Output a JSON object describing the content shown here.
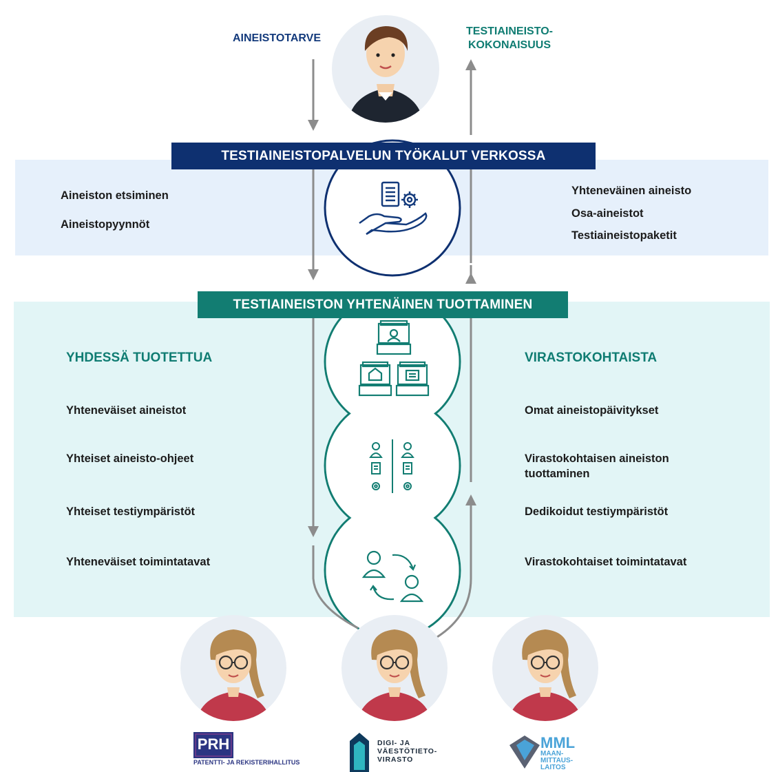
{
  "top": {
    "left_heading": "AINEISTOTARVE",
    "right_heading_line1": "TESTIAINEISTO-",
    "right_heading_line2": "KOKONAISUUS"
  },
  "banner_online": {
    "label": "TESTIAINEISTOPALVELUN TYÖKALUT VERKOSSA"
  },
  "online_left_items": [
    "Aineiston etsiminen",
    "Aineistopyynnöt"
  ],
  "online_right_items": [
    "Yhteneväinen aineisto",
    "Osa-aineistot",
    "Testiaineistopaketit"
  ],
  "banner_production": {
    "label": "TESTIAINEISTON YHTENÄINEN TUOTTAMINEN"
  },
  "left_column": {
    "heading": "YHDESSÄ TUOTETTUA",
    "items": [
      "Yhteneväiset aineistot",
      "Yhteiset aineisto-ohjeet",
      "Yhteiset testiympäristöt",
      "Yhteneväiset toimintatavat"
    ]
  },
  "right_column": {
    "heading": "VIRASTOKOHTAISTA",
    "items": [
      "Omat aineistopäivitykset",
      "Virastokohtaisen aineiston tuottaminen",
      "Dedikoidut testiympäristöt",
      "Virastokohtaiset toimintatavat"
    ]
  },
  "logos": {
    "prh_mark": "PRH",
    "prh_name": "PATENTTI- JA REKISTERIHALLITUS",
    "dvv_line1": "DIGI- JA",
    "dvv_line2": "VÄESTÖTIETO-",
    "dvv_line3": "VIRASTO",
    "mml_mark": "MML",
    "mml_line1": "MAAN-",
    "mml_line2": "MITTAUS-",
    "mml_line3": "LAITOS"
  },
  "colors": {
    "navy": "#0e3070",
    "teal": "#127d72",
    "band_top": "#e6f0fb",
    "band_bottom": "#e2f5f6",
    "arrow": "#8c8c8c"
  }
}
